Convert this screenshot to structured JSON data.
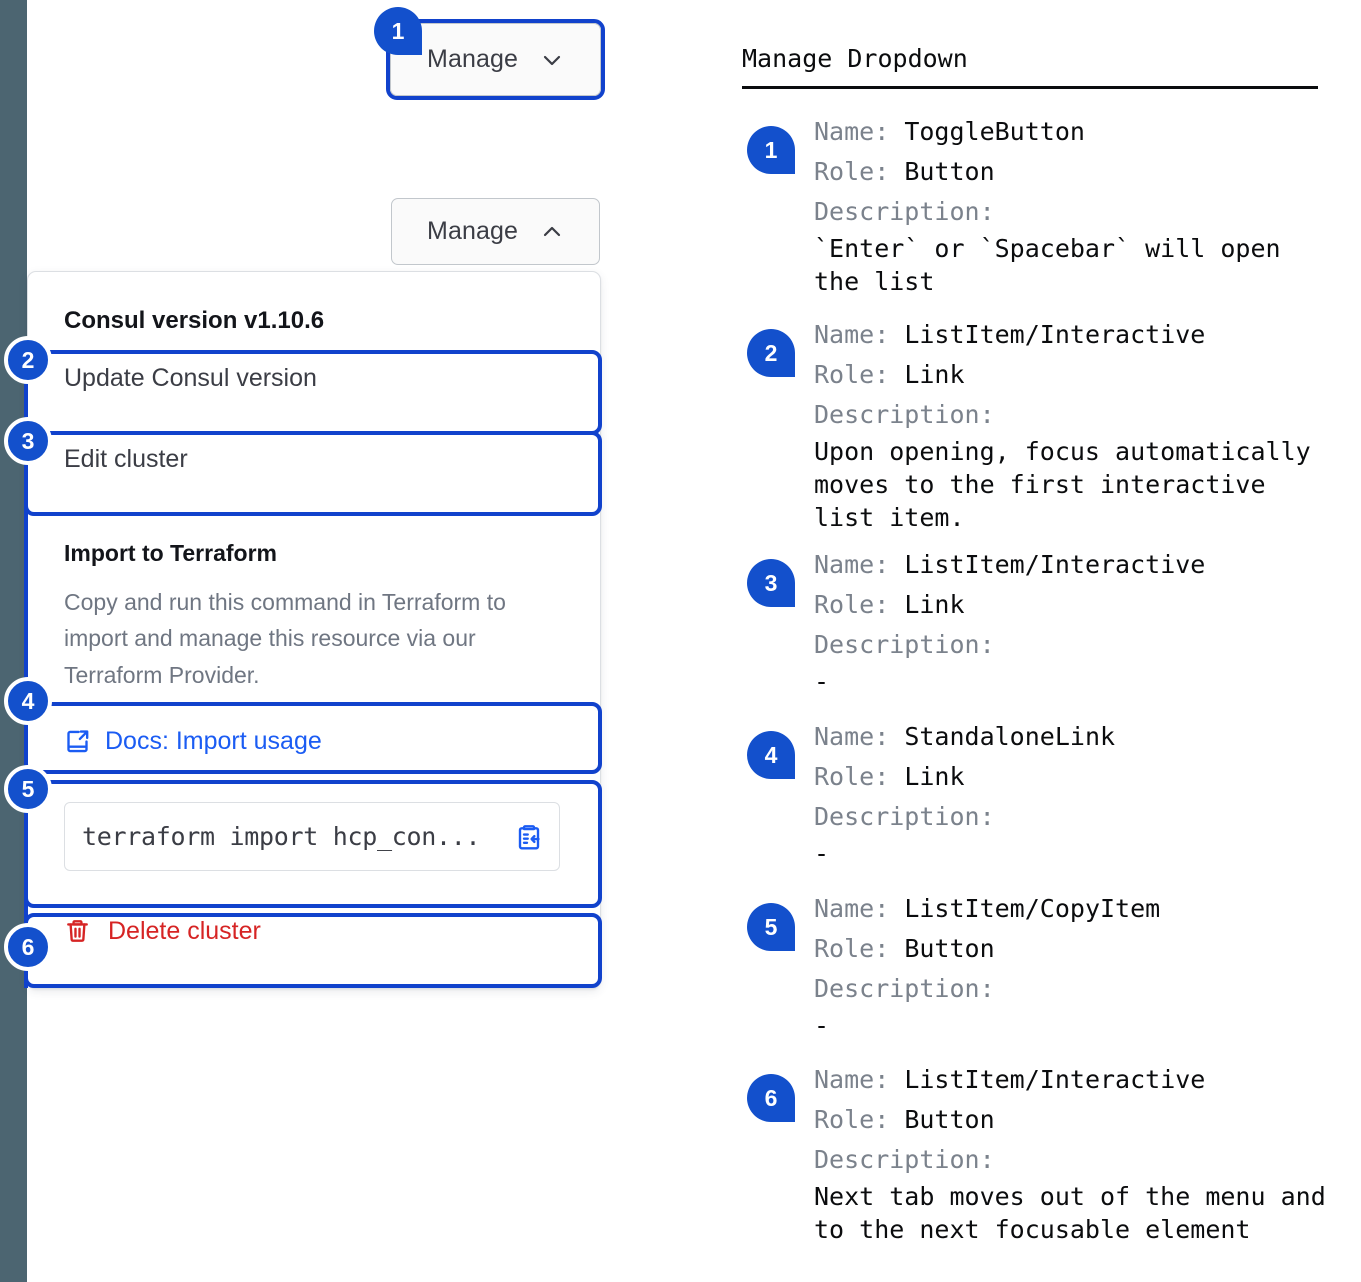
{
  "rail": {
    "color": "#4c6571"
  },
  "accent": {
    "blue": "#1350cc",
    "outline": "#1142cc",
    "link": "#1b5cf3",
    "danger": "#d62424"
  },
  "buttons": {
    "collapsed": {
      "label": "Manage",
      "icon": "chevron-down-icon",
      "state": "closed"
    },
    "expanded": {
      "label": "Manage",
      "icon": "chevron-up-icon",
      "state": "open"
    }
  },
  "dropdown": {
    "header": "Consul version v1.10.6",
    "items": [
      {
        "label": "Update Consul version"
      },
      {
        "label": "Edit cluster"
      }
    ],
    "terraform": {
      "title": "Import to Terraform",
      "description": "Copy and run this command in Terraform to import and manage this resource via our Terraform Provider.",
      "docs_link": {
        "label": "Docs: Import usage",
        "icon": "docs-external-link-icon"
      },
      "command": {
        "value": "terraform import hcp_con...",
        "copy_icon": "clipboard-copy-icon"
      }
    },
    "delete": {
      "label": "Delete cluster",
      "icon": "trash-icon"
    }
  },
  "markers": {
    "left": [
      "1",
      "2",
      "3",
      "4",
      "5",
      "6"
    ]
  },
  "doc": {
    "title": "Manage Dropdown",
    "labels": {
      "name": "Name:",
      "role": "Role:",
      "description": "Description:"
    },
    "entries": [
      {
        "num": "1",
        "name": "ToggleButton",
        "role": "Button",
        "description": "`Enter` or `Spacebar` will open\nthe list"
      },
      {
        "num": "2",
        "name": "ListItem/Interactive",
        "role": "Link",
        "description": "Upon opening, focus automatically\nmoves to the first interactive\nlist item."
      },
      {
        "num": "3",
        "name": "ListItem/Interactive",
        "role": "Link",
        "description": "-"
      },
      {
        "num": "4",
        "name": "StandaloneLink",
        "role": "Link",
        "description": "-"
      },
      {
        "num": "5",
        "name": "ListItem/CopyItem",
        "role": "Button",
        "description": "-"
      },
      {
        "num": "6",
        "name": "ListItem/Interactive",
        "role": "Button",
        "description": "Next tab moves out of the menu and\nto the next focusable element"
      }
    ]
  }
}
